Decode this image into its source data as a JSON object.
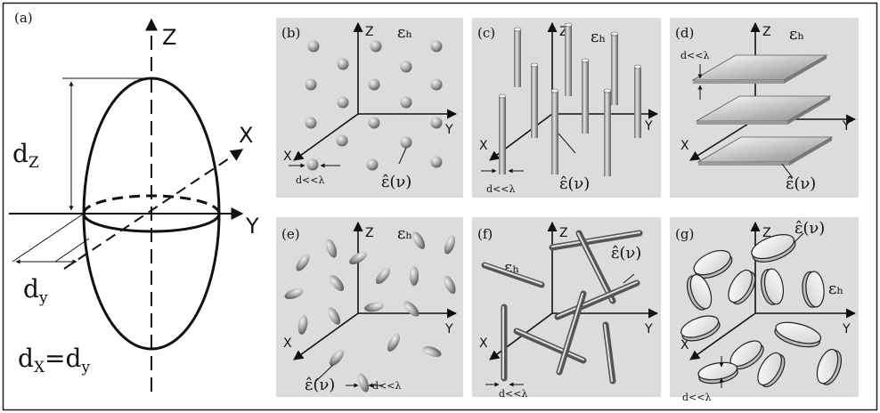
{
  "panel_a": {
    "tag": "(a)",
    "axis_z": "Z",
    "axis_x": "X",
    "axis_y": "Y",
    "dz_main": "d",
    "dz_sub": "Z",
    "dy_main": "d",
    "dy_sub": "y",
    "eq_d1": "d",
    "eq_s1": "X",
    "eq_eq": "=",
    "eq_d2": "d",
    "eq_s2": "y"
  },
  "panels": [
    {
      "id": "b",
      "tag": "(b)",
      "host": "εₕ",
      "dl": "d<<λ",
      "eps": "ε̂(ν)"
    },
    {
      "id": "c",
      "tag": "(c)",
      "host": "εₕ",
      "dl": "d<<λ",
      "eps": "ε̂(ν)"
    },
    {
      "id": "d",
      "tag": "(d)",
      "host": "εₕ",
      "dl": "d<<λ",
      "eps": "ε̂(ν)"
    },
    {
      "id": "e",
      "tag": "(e)",
      "host": "εₕ",
      "dl": "d<<λ",
      "eps": "ε̂(ν)"
    },
    {
      "id": "f",
      "tag": "(f)",
      "host": "εₕ",
      "dl": "d<<λ",
      "eps": "ε̂(ν)"
    },
    {
      "id": "g",
      "tag": "(g)",
      "host": "εₕ",
      "dl": "d<<λ",
      "eps": "ε̂(ν)"
    }
  ],
  "axis_labels": {
    "z": "Z",
    "y": "Y",
    "x": "X"
  },
  "colors": {
    "panel_bg": "#dcdcdc",
    "ink": "#111111",
    "sphere_light": "#eeeeee",
    "sphere_dark": "#6a6a6a"
  }
}
